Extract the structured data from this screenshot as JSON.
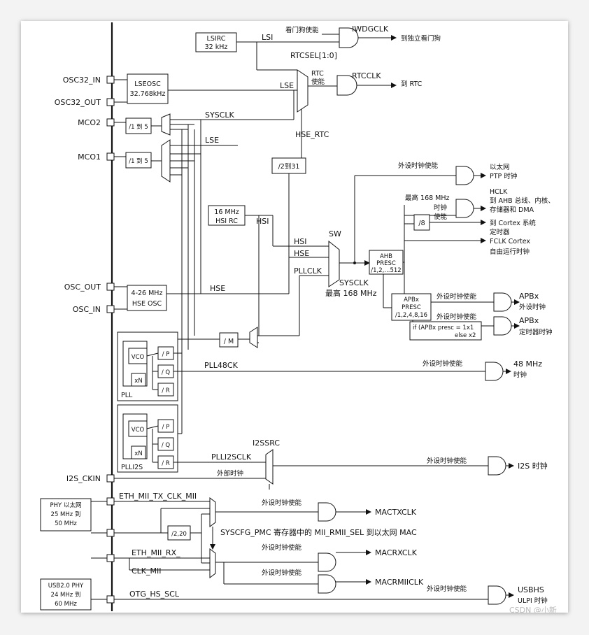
{
  "blocks": {
    "lsirc": [
      "LSIRC",
      "32 kHz"
    ],
    "lseosc": [
      "LSEOSC",
      "32.768kHz"
    ],
    "hsirc": [
      "16 MHz",
      "HSI RC"
    ],
    "hseosc": [
      "4-26 MHz",
      "HSE OSC"
    ],
    "mco_div": "/1 到 5",
    "rtc_div": "/2到31",
    "pll_m": "/ M",
    "ahb": [
      "AHB",
      "PRESC",
      "/1,2,...512"
    ],
    "apb": [
      "APBx",
      "PRESC",
      "/1,2,4,8,16"
    ],
    "apb_timer": [
      "if (APBx presc = 1x1",
      "else x2"
    ],
    "div8": "/8",
    "pll_name": "PLL",
    "plli2s_name": "PLLI2S",
    "vco": "VCO",
    "xn": "xN",
    "p": "/ P",
    "q": "/ Q",
    "r": "/ R",
    "phy_eth": [
      "PHY 以太网",
      "25 MHz 到",
      "50 MHz"
    ],
    "eth_div": "/2,20",
    "phy_usb": [
      "USB2.0 PHY",
      "24 MHz 到",
      "60 MHz"
    ]
  },
  "pins": {
    "osc32_in": "OSC32_IN",
    "osc32_out": "OSC32_OUT",
    "mco2": "MCO2",
    "mco1": "MCO1",
    "osc_out": "OSC_OUT",
    "osc_in": "OSC_IN",
    "i2s_ckin": "I2S_CKIN"
  },
  "signals": {
    "lsi": "LSI",
    "lse": "LSE",
    "sysclk": "SYSCLK",
    "hsi": "HSI",
    "hse": "HSE",
    "pllclk": "PLLCLK",
    "hse_rtc": "HSE_RTC",
    "rtcsel": "RTCSEL[1:0]",
    "sw": "SW",
    "sysclk_max": [
      "SYSCLK",
      "最高 168 MHz"
    ],
    "pll48ck": "PLL48CK",
    "i2ssrc": "I2SSRC",
    "plli2sclk": "PLLI2SCLK",
    "ext_clk": "外部时钟",
    "eth_tx": "ETH_MII_TX_CLK_MII",
    "eth_rx": [
      "ETH_MII_RX_",
      "CLK_MII"
    ],
    "otg": "OTG_HS_SCL",
    "syscfg": "SYSCFG_PMC 寄存器中的 MII_RMII_SEL 到以太网 MAC",
    "hclk_max": "最高 168 MHz"
  },
  "enables": {
    "watchdog": "看门狗使能",
    "rtc": [
      "RTC",
      "使能"
    ],
    "peripheral": "外设时钟使能",
    "clock": [
      "时钟",
      "使能"
    ]
  },
  "outputs": {
    "iwdgclk": "IWDGCLK",
    "to_wdg": "到独立看门狗",
    "rtcclk": "RTCCLK",
    "to_rtc": "到 RTC",
    "ptp": [
      "以太网",
      "PTP 时钟"
    ],
    "hclk": [
      "HCLK",
      "到 AHB 总线、内核、",
      "存储器和 DMA"
    ],
    "cortex": [
      "到 Cortex 系统",
      "定时器"
    ],
    "fclk": [
      "FCLK Cortex",
      "自由运行时钟"
    ],
    "apbx": [
      "APBx",
      "外设时钟"
    ],
    "apbx_timer": [
      "APBx",
      "定时器时钟"
    ],
    "clk48": [
      "48 MHz",
      "时钟"
    ],
    "i2s": "I2S 时钟",
    "mactx": "MACTXCLK",
    "macrx": "MACRXCLK",
    "macrmii": "MACRMIICLK",
    "usbhs": [
      "USBHS",
      "ULPI 时钟"
    ]
  },
  "watermark": "CSDN @小新"
}
